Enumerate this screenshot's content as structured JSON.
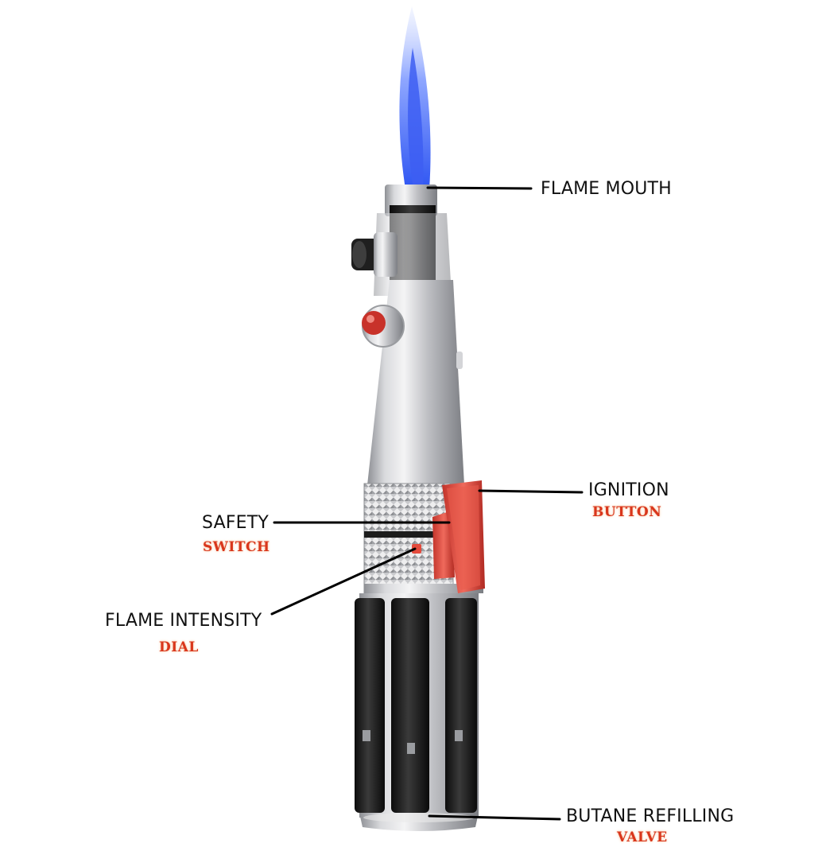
{
  "callouts": {
    "flame_mouth": {
      "title": "FLAME MOUTH"
    },
    "ignition": {
      "title": "IGNITION",
      "sub": "BUTTON"
    },
    "safety": {
      "title": "SAFETY",
      "sub": "SWITCH"
    },
    "flame_intensity": {
      "title": "FLAME INTENSITY",
      "sub": "DIAL"
    },
    "butane": {
      "title": "BUTANE REFILLING",
      "sub": "VALVE"
    }
  },
  "colors": {
    "label_text": "#111111",
    "sub_label": "#d9361c",
    "leader_line": "#000000",
    "flame_outer": "#8fa9ff",
    "flame_core": "#3f5ff0",
    "metal": "#c4c5c8",
    "accent_red": "#e44b3d",
    "grip_black": "#1b1b1b"
  }
}
